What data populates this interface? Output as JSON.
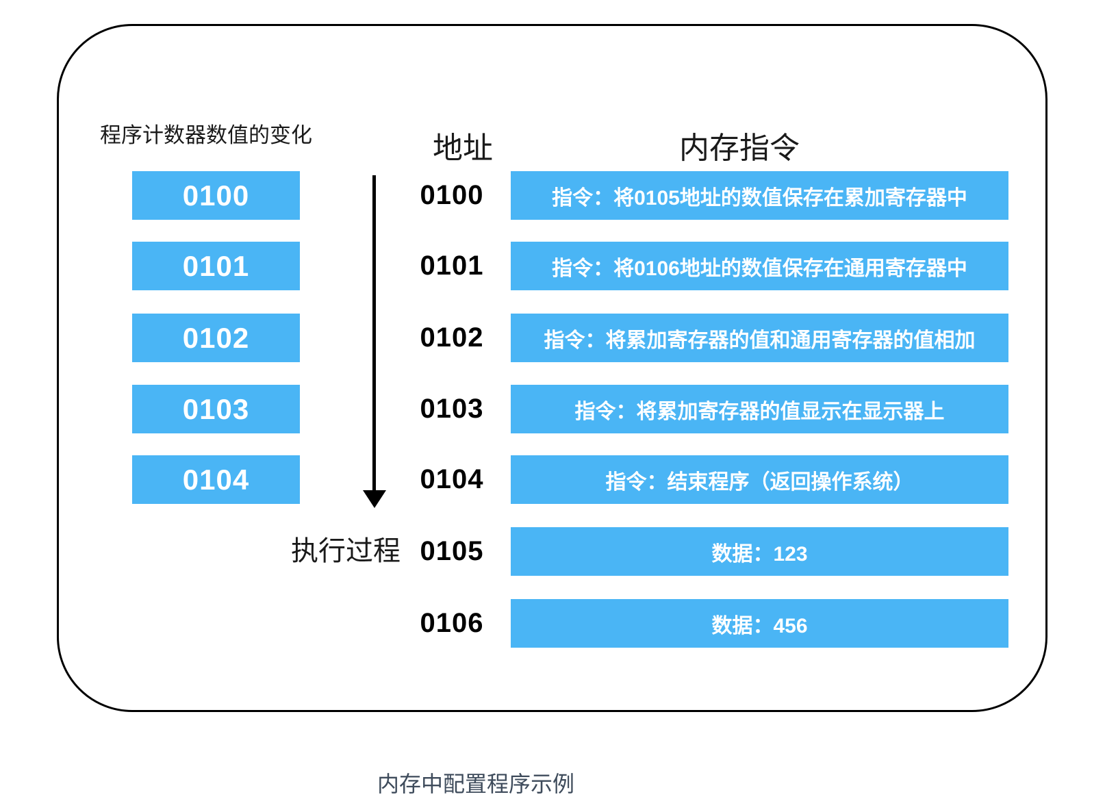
{
  "colors": {
    "accent": "#4ab5f5",
    "box_text": "#ffffff",
    "heading_text": "#1a1a1a",
    "caption_text": "#3e4b5b",
    "frame_border": "#000000"
  },
  "headers": {
    "pc_column": "程序计数器数值的变化",
    "address_column": "地址",
    "memory_column": "内存指令"
  },
  "pc_boxes": [
    "0100",
    "0101",
    "0102",
    "0103",
    "0104"
  ],
  "execution_label": "执行过程",
  "memory_rows": [
    {
      "address": "0100",
      "content": "指令：将0105地址的数值保存在累加寄存器中"
    },
    {
      "address": "0101",
      "content": "指令：将0106地址的数值保存在通用寄存器中"
    },
    {
      "address": "0102",
      "content": "指令：将累加寄存器的值和通用寄存器的值相加"
    },
    {
      "address": "0103",
      "content": "指令：将累加寄存器的值显示在显示器上"
    },
    {
      "address": "0104",
      "content": "指令：结束程序（返回操作系统）"
    },
    {
      "address": "0105",
      "content": "数据：123"
    },
    {
      "address": "0106",
      "content": "数据：456"
    }
  ],
  "caption": "内存中配置程序示例"
}
